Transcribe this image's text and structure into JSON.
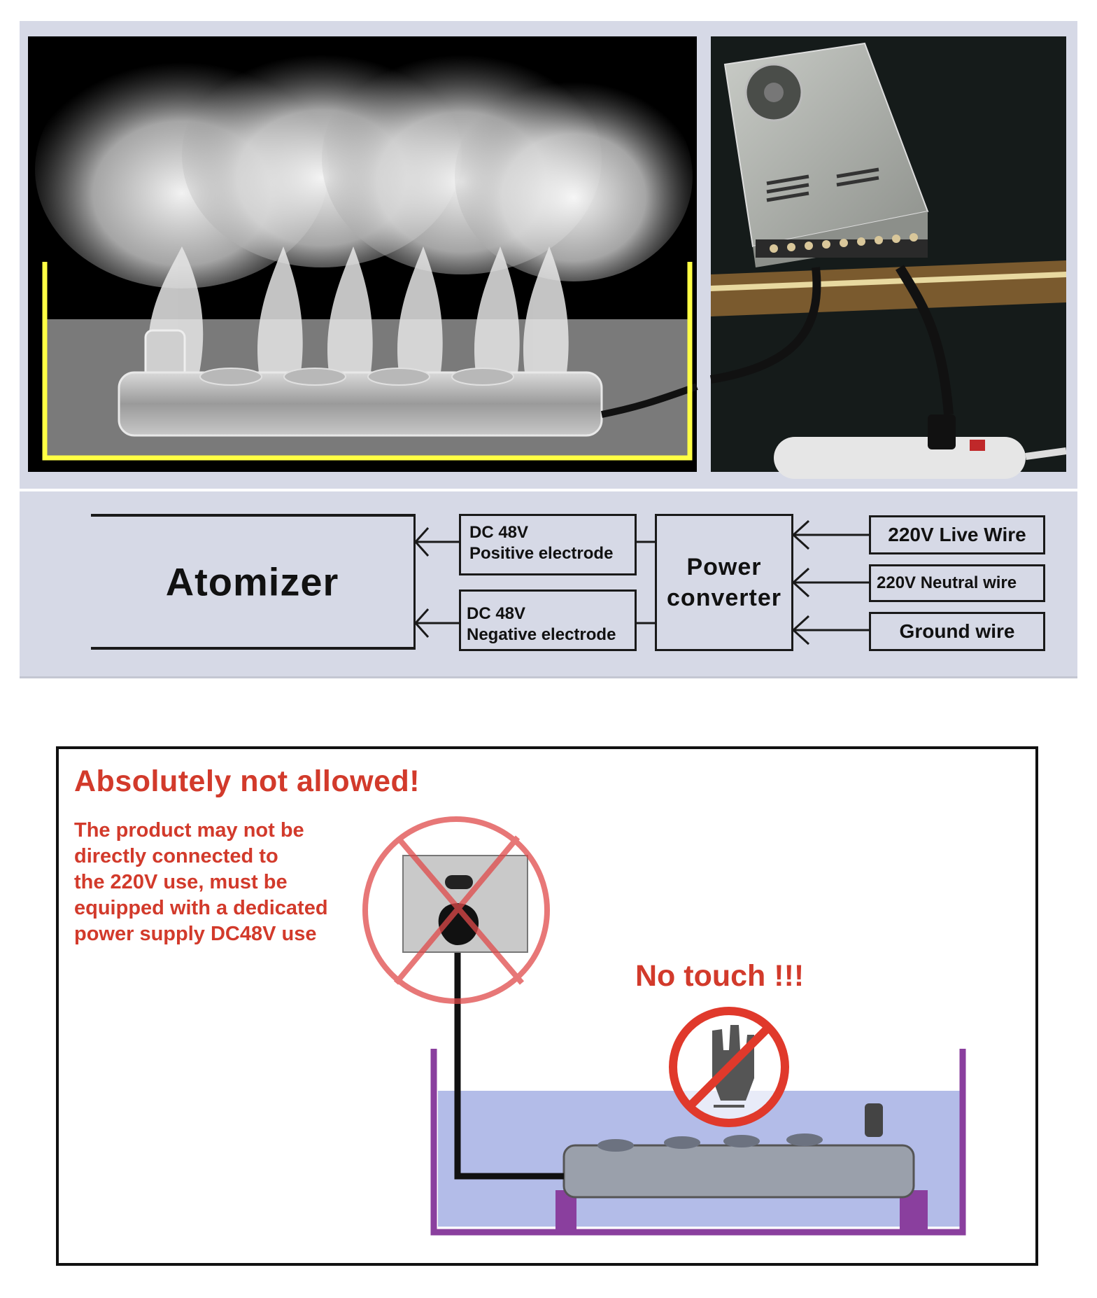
{
  "diagram": {
    "atomizer": "Atomizer",
    "positive": {
      "line1": "DC 48V",
      "line2": "Positive electrode"
    },
    "negative": {
      "line1": "DC 48V",
      "line2": "Negative electrode"
    },
    "converter": {
      "line1": "Power",
      "line2": "converter"
    },
    "wires": {
      "live": "220V Live Wire",
      "neutral": "220V Neutral wire",
      "ground": "Ground wire"
    }
  },
  "warning": {
    "title": "Absolutely not allowed!",
    "lines": [
      "The product may not be",
      "directly connected to",
      "the 220V use, must be",
      "equipped with a dedicated",
      "power supply DC48V use"
    ],
    "no_touch": "No touch !!!"
  },
  "colors": {
    "warning_red": "#d23a2b",
    "tank_yellow": "#ffff44",
    "tank_purple": "#8a3f9e",
    "water_blue": "#b3bce8",
    "panel_bg": "#d6d9e6"
  }
}
